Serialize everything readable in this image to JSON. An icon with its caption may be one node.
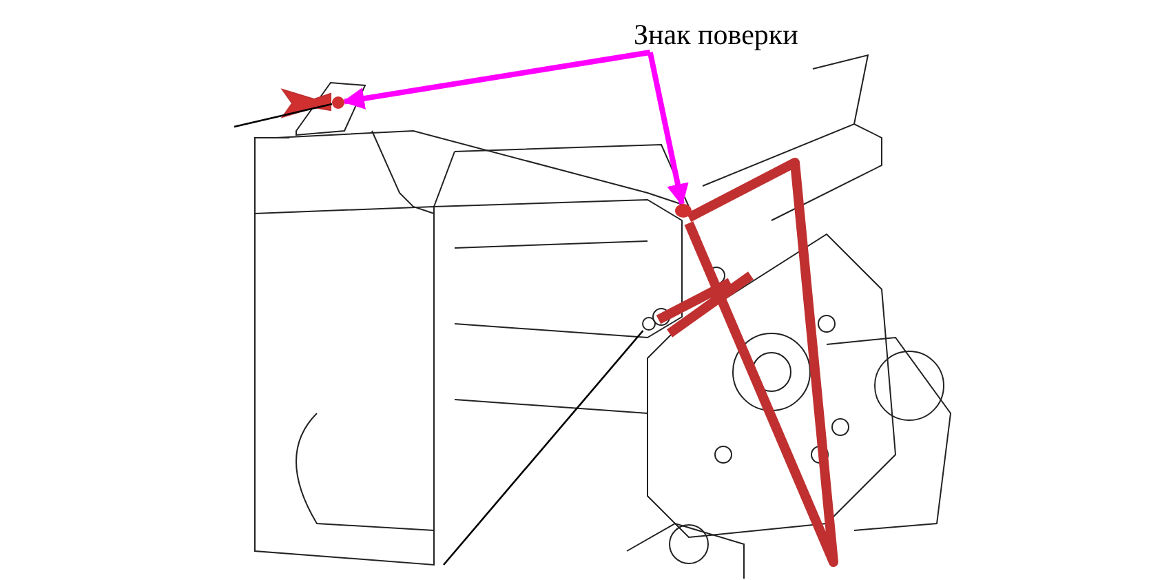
{
  "diagram": {
    "nodes": [
      {
        "text": [
          "Знак поверки"
        ]
      },
      {
        "text": [],
        "shape": "circle"
      },
      {
        "text": [],
        "shape": "circle"
      },
      {
        "text": [],
        "shape": "circle"
      }
    ],
    "edges": [
      {
        "from": 0,
        "to": 1,
        "arrow": "to",
        "style": "thick",
        "color": "#ff00ff"
      },
      {
        "from": 0,
        "to": 2,
        "arrow": "to",
        "style": "thick",
        "color": "#ff00ff"
      },
      {
        "from": null,
        "to": 1,
        "arrow": "none",
        "color": "#000000"
      },
      {
        "from": null,
        "to": 3,
        "arrow": "none",
        "color": "#000000"
      }
    ]
  }
}
